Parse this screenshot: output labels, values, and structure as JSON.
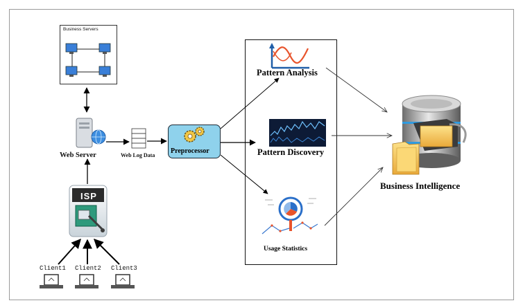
{
  "servers": {
    "title": "Business Servers"
  },
  "web_server": {
    "label": "Web Server"
  },
  "web_log": {
    "label": "Web Log Data"
  },
  "preprocessor": {
    "label": "Preprocessor",
    "fill": "#8fd2ec"
  },
  "pattern_analysis": {
    "label": "Pattern Analysis"
  },
  "pattern_discovery": {
    "label": "Pattern Discovery"
  },
  "usage_statistics": {
    "label": "Usage Statistics"
  },
  "business_intelligence": {
    "label": "Business Intelligence"
  },
  "isp": {
    "label": "ISP"
  },
  "clients": [
    {
      "label": "Client1"
    },
    {
      "label": "Client2"
    },
    {
      "label": "Client3"
    }
  ],
  "icons": {
    "server_pc": "computer-icon",
    "web_server": "web-server-icon",
    "log": "document-stack-icon",
    "gears": "gears-icon",
    "analysis_chart": "wave-chart-icon",
    "discovery_chart": "bar-chart-icon",
    "usage": "magnifier-pie-icon",
    "database": "database-folder-icon",
    "laptop": "laptop-icon"
  }
}
